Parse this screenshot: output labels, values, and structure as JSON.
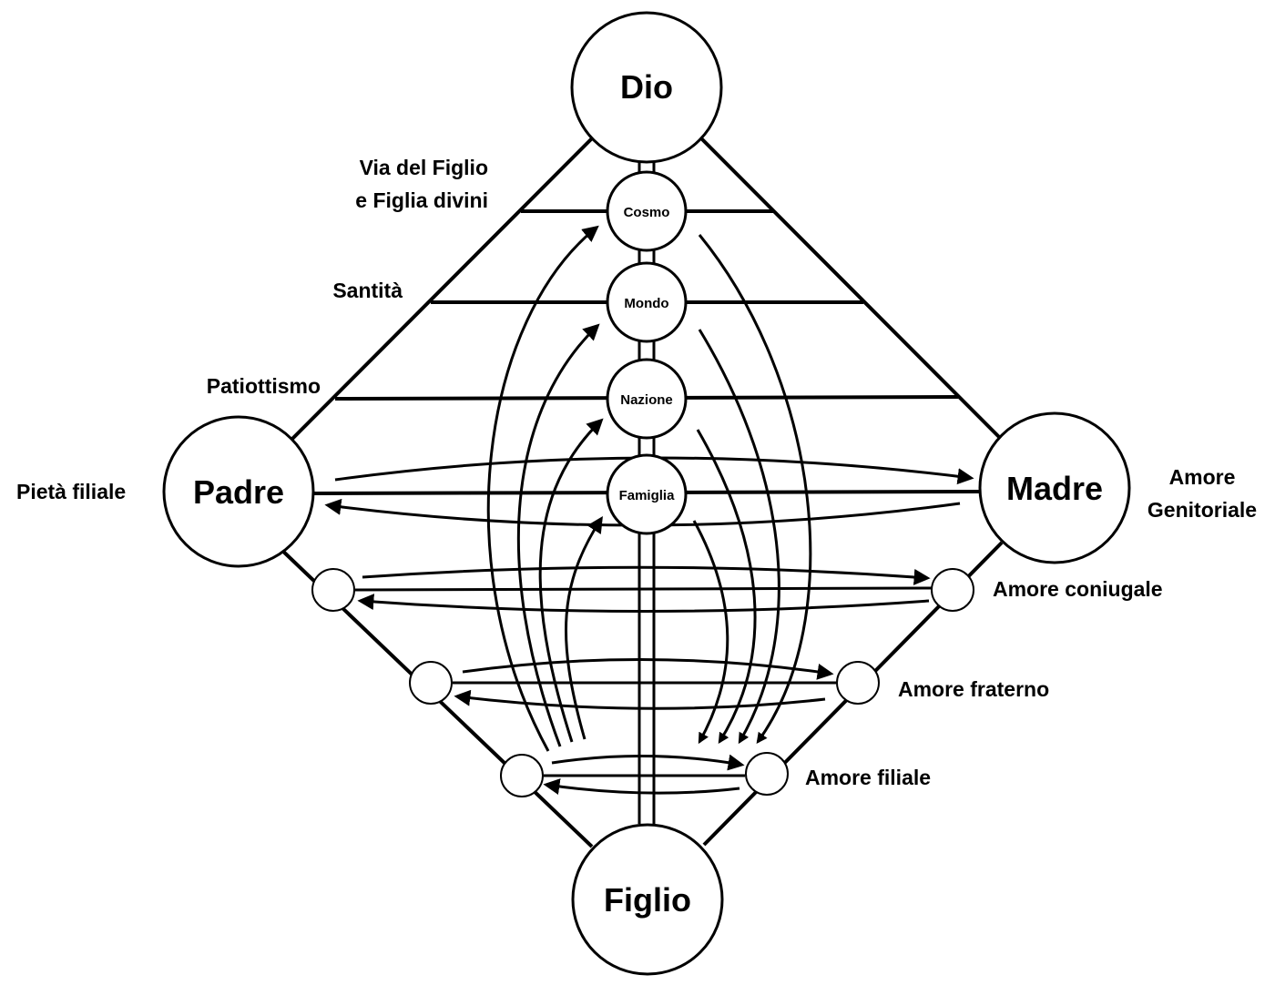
{
  "nodes": {
    "dio": "Dio",
    "padre": "Padre",
    "madre": "Madre",
    "figlio": "Figlio",
    "cosmo": "Cosmo",
    "mondo": "Mondo",
    "nazione": "Nazione",
    "famiglia": "Famiglia"
  },
  "labels": {
    "via_line1": "Via del Figlio",
    "via_line2": "e Figlia divini",
    "santita": "Santità",
    "patriottismo": "Patiottismo",
    "pieta_filiale": "Pietà filiale",
    "amore_genitoriale_line1": "Amore",
    "amore_genitoriale_line2": "Genitoriale",
    "amore_coniugale": "Amore coniugale",
    "amore_fraterno": "Amore fraterno",
    "amore_filiale": "Amore filiale"
  },
  "colors": {
    "ink": "#000000",
    "paper": "#ffffff"
  }
}
